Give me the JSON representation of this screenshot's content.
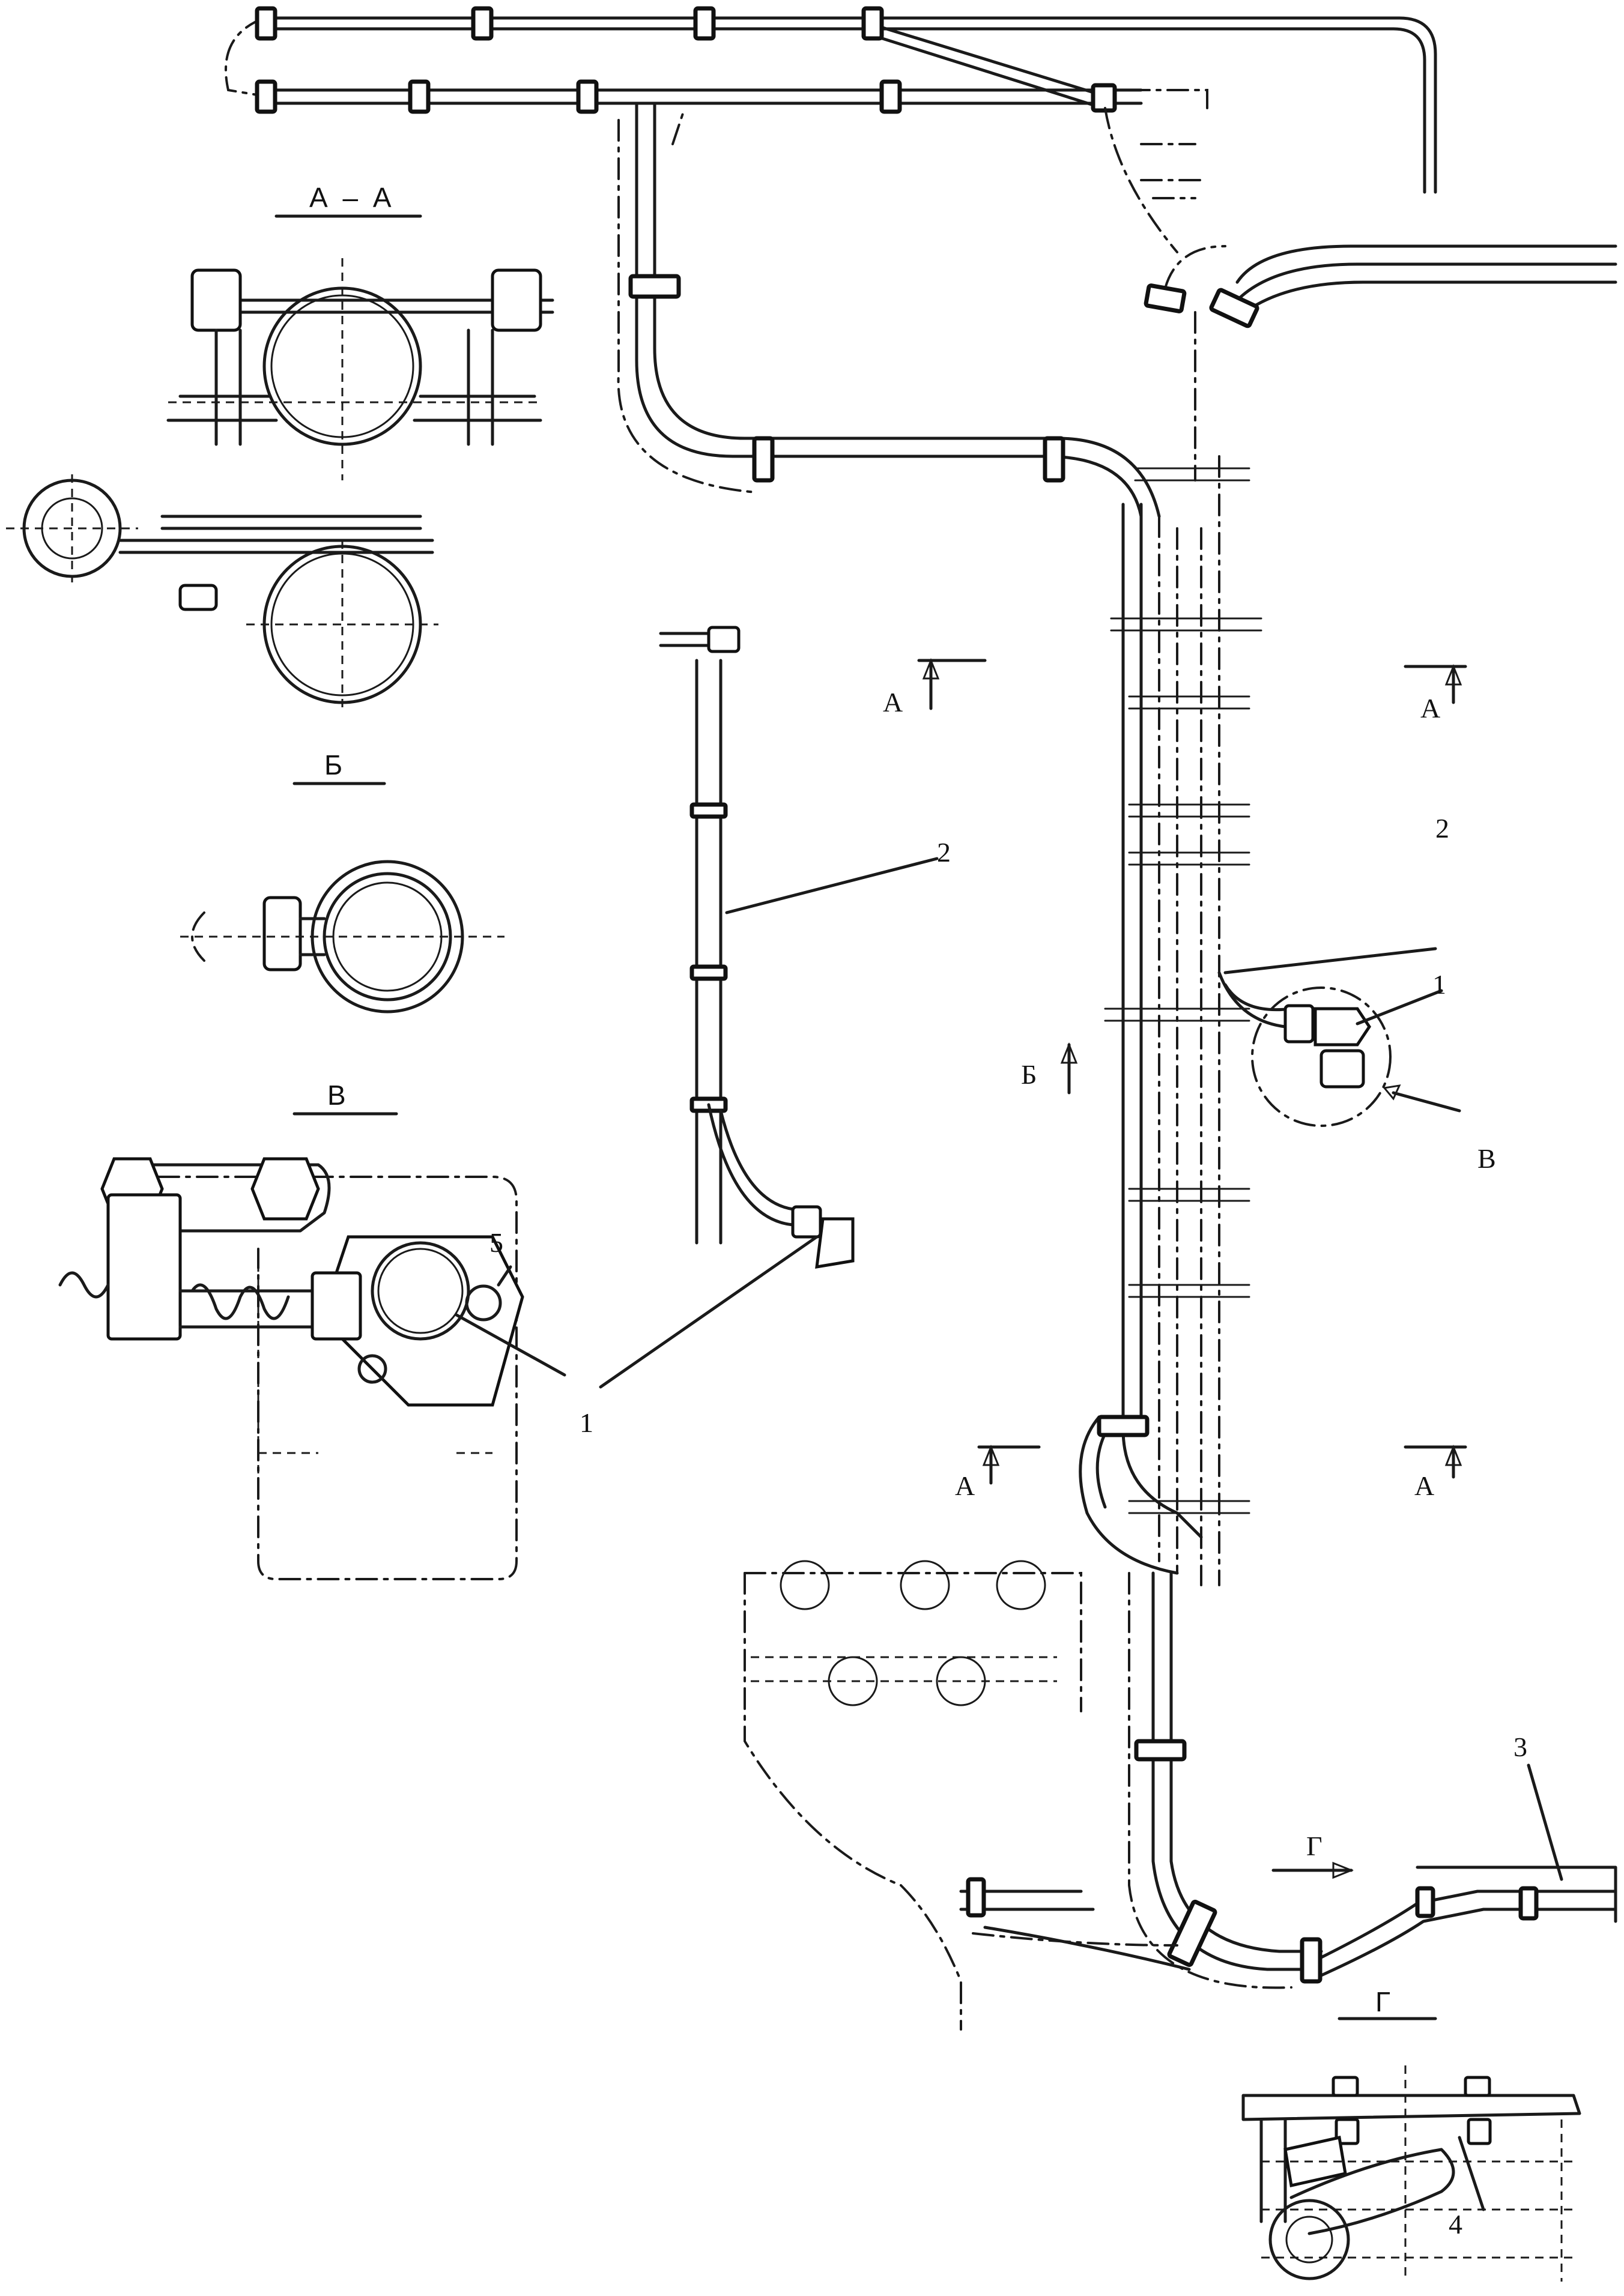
{
  "views": {
    "section_aa": "А – А",
    "view_b": "Б",
    "view_v": "В",
    "view_g": "Г"
  },
  "section_marks": {
    "a1": "А",
    "a2": "А",
    "a3": "А",
    "a4": "А",
    "b": "Б",
    "g": "Г",
    "v": "В"
  },
  "callouts": {
    "c1_main": "1",
    "c2_main": "2",
    "c1_small": "1",
    "c2_small": "2",
    "c1_detail": "1",
    "c5_detail": "5",
    "c3": "3",
    "c4": "4"
  }
}
